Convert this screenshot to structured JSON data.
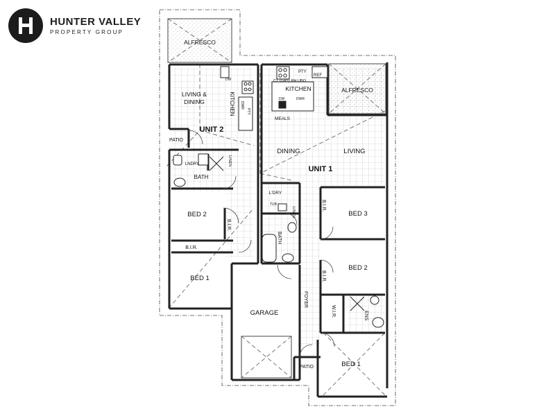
{
  "brand": {
    "name": "HUNTER VALLEY",
    "subtitle": "PROPERTY GROUP",
    "logo_letter": "H"
  },
  "rooms": {
    "u2_alfresco": "ALFRESCO",
    "u2_living_dining_1": "LIVING &",
    "u2_living_dining_2": "DINING",
    "u2_kitchen": "KITCHEN",
    "u2_title": "UNIT 2",
    "u2_patio": "PATIO",
    "u2_lndry": "LNDRY",
    "u2_linen": "LINEN",
    "u2_bath": "BATH",
    "u2_bed2": "BED 2",
    "u2_bir_bed2": "B.I.R.",
    "u2_bir_bed1": "B.I.R.",
    "u2_bed1": "BED 1",
    "u1_kitchen": "KITCHEN",
    "u1_kitchen_notes": "CT (GAS) RH UBO",
    "u1_pty": "PTY",
    "u1_ref": "REF",
    "u1_dw": "DW",
    "u1_dwr": "DWR",
    "u1_meals": "MEALS",
    "u1_alfresco": "ALFRESCO",
    "u1_dining": "DINING",
    "u1_living": "LIVING",
    "u1_title": "UNIT 1",
    "u1_ldry": "L'DRY",
    "u1_tub": "TUB",
    "u1_linen": "LINEN",
    "u1_bath": "BATH",
    "u1_bir_bed3": "B.I.R.",
    "u1_bed3": "BED 3",
    "u1_bir_bed2": "B.I.R.",
    "u1_bed2": "BED 2",
    "u1_wir": "W.I.R.",
    "u1_ens": "ENS",
    "u1_foyer": "FOYER",
    "u1_garage": "GARAGE",
    "u1_patio": "PATIO",
    "u1_bed1": "BED 1",
    "u2_dw": "DW",
    "u2_dwr": "DWR",
    "u2_pty": "PTY"
  },
  "colors": {
    "wall": "#222222",
    "tile": "#bbbbbb",
    "dash": "#555555",
    "logo_bg": "#1c1c1c"
  }
}
